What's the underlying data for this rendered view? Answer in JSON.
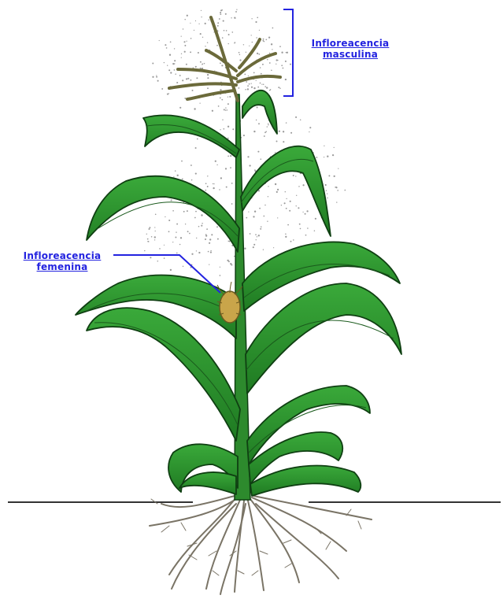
{
  "labels": {
    "male_inflorescence": {
      "line1": "Infloreacencia",
      "line2": "masculina"
    },
    "female_inflorescence": {
      "line1": "Infloreacencia",
      "line2": "femenina"
    }
  },
  "colors": {
    "label_text": "#2323e0",
    "leader_line": "#2323e0",
    "leaf_fill": "#2f9a2f",
    "leaf_dark": "#0f3f12",
    "stem": "#2d8a2d",
    "tassel": "#6b6a3a",
    "ear": "#c9a54a",
    "roots": "#7a7466",
    "ground_line": "#333333",
    "pollen": "#9a9a9a"
  }
}
